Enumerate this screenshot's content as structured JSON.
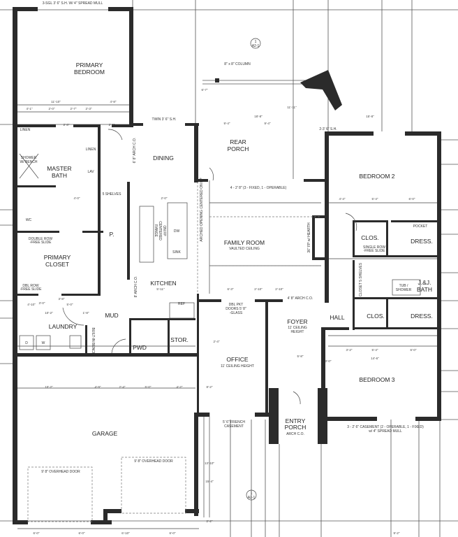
{
  "rooms": {
    "primary_bedroom": [
      "PRIMARY",
      "BEDROOM"
    ],
    "master_bath": [
      "MASTER",
      "BATH"
    ],
    "primary_closet": [
      "PRIMARY",
      "CLOSET"
    ],
    "laundry": "LAUNDRY",
    "mud": "MUD",
    "pwd": "PWD",
    "stor": "STOR.",
    "garage": "GARAGE",
    "dining": "DINING",
    "kitchen": "KITCHEN",
    "pantry": "P.",
    "rear_porch": [
      "REAR",
      "PORCH"
    ],
    "family_room": "FAMILY ROOM",
    "family_room_sub": "VAULTED CEILING",
    "office": "OFFICE",
    "office_sub": "11' CEILING HEIGHT",
    "foyer": "FOYER",
    "foyer_sub": [
      "11' CEILING",
      "HEIGHT"
    ],
    "entry_porch": [
      "ENTRY",
      "PORCH"
    ],
    "entry_porch_sub": "ARCH C.O.",
    "hall": "HALL",
    "bedroom2": "BEDROOM 2",
    "bedroom3": "BEDROOM 3",
    "clos_upper": "CLOS.",
    "clos_lower": "CLOS.",
    "dress_upper": "DRESS.",
    "dress_lower": "DRESS.",
    "jj_bath": [
      "J.&J.",
      "BATH"
    ]
  },
  "annotations": {
    "top_window": "3-SGL 3' 6\" S.H. W/ 4\" SPREAD MULL",
    "twin_window": "TWIN 3' 6\" S.H.",
    "column": "8\" x 8\" COLUMN",
    "rear_windows": "4 - 2' 8\" (3 - FIXED, 1 - OPERABLE)",
    "arched_opening": "ARCHED OPENING CENTERED ON FP",
    "hearth": "36\" FP w/ HEARTH",
    "dbl_pkt_doors": [
      "DBL PKT",
      "DOORS 5' 8\"",
      "-GLASS"
    ],
    "arch_co_hall": "4' 8\" ARCH C.O.",
    "french_casement": [
      "5' 6\" FRENCH",
      "CASEMENT"
    ],
    "br3_casement": [
      "3 - 2' 6\" CASEMENT (2 - OPERABLE, 1 - FIXED)",
      "w/ 4\" SPREAD MULL"
    ],
    "br2_window": "2-3' 6\" S.H.",
    "overhead_door_left": "9' 8\" OVERHEAD DOOR",
    "overhead_door_right": "9' 8\" OVERHEAD DOOR",
    "shower": [
      "SHOWER",
      "W/ BENCH"
    ],
    "linen1": "LINEN",
    "linen2": "LINEN",
    "five_shelves": "5 SHELVES",
    "range": [
      "RANGE",
      "CENTERED",
      "ON FP"
    ],
    "dw": "DW",
    "sink": "SINK",
    "ref": "REF",
    "lav": "LAV",
    "wc": "WC",
    "tub_shower": [
      "TUB /",
      "SHOWER"
    ],
    "double_row_free_slide": [
      "DOUBLE ROW",
      "-FREE SLIDE"
    ],
    "dbl_row_free_slide": [
      "DBL ROW",
      "-FREE SLIDE"
    ],
    "single_row_free_slide": [
      "SINGLE ROW",
      "-FREE SLIDE"
    ],
    "pocket": "POCKET",
    "built_in_bench": "BUILT-IN BENCH",
    "washer": "W",
    "dryer": "D",
    "closet_shelf": "CLOSET 5 SHELVES",
    "arch_co_dining": "6' 8\" ARCH C.O.",
    "arch_co_kitchen": "8' ARCH C.O.",
    "section_marker_top": [
      "1",
      "A2-1"
    ],
    "section_marker_bottom": [
      "1",
      "A2-1"
    ]
  },
  "dimensions": [
    "11'-10\"",
    "4'-8\"",
    "4'-1\"",
    "2'-0\"",
    "2'-7\"",
    "2'-3\"",
    "2' 6\"",
    "2' 6\"",
    "4'-0\"",
    "3'-0\"",
    "3'-8\"",
    "2'-0\"",
    "5'-11\"",
    "6'-3\"",
    "2'-10\"",
    "2'-10\"",
    "4'-10\"",
    "10'-2\"",
    "5'-0\"",
    "1'-8\"",
    "10'-2\"",
    "4'-9\"",
    "2'-4\"",
    "5'-0\"",
    "4'-2\"",
    "6'-0\"",
    "6'-0\"",
    "6'-10\"",
    "6'-0\"",
    "9'-4\"",
    "9'-4\"",
    "18'-8\"",
    "15'-8\"",
    "4'-4\"",
    "5'-4\"",
    "6'-0\"",
    "3'-2\"",
    "5'-4\"",
    "6'-0\"",
    "14'-6\"",
    "5'-8\"",
    "3'-0\"",
    "8'-2\"",
    "2'-4\"",
    "13'-10\"",
    "15'-4\"",
    "6'-7\"",
    "11'-11\"",
    "2'-2\"",
    "9'-2\""
  ],
  "colors": {
    "wall": "#2b2b2b",
    "line": "#555555",
    "background": "#ffffff"
  }
}
